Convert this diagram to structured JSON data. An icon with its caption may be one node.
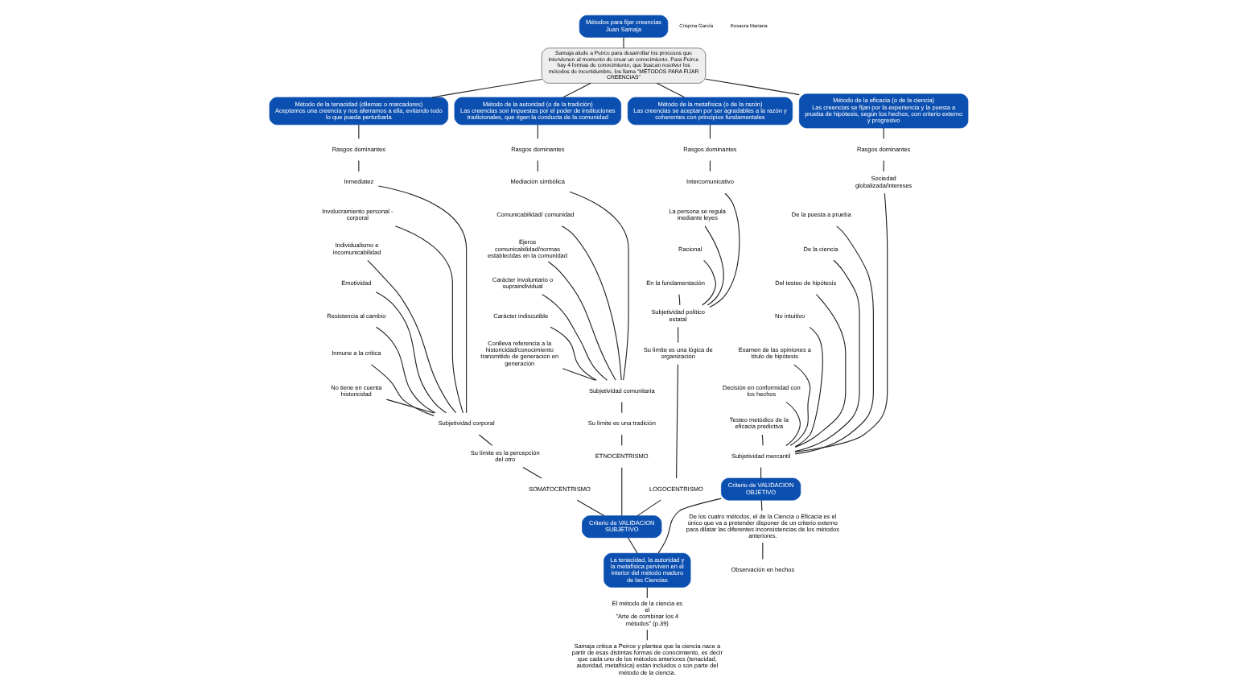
{
  "diagram": {
    "nodes": [
      {
        "text": [
          "Métodos para fijar creencias",
          "Juan Samaja"
        ]
      },
      {
        "text": [
          "Samaja alude a Peirce para desarrollar los procesos que intervienen al momento de crear un conocimiento. Para Peirce hay 4 formas de conocimiento, que buscan resolver los métodos de incertidumbre, los llama \"MÉTODOS PARA FIJAR CREENCIAS\""
        ]
      },
      {
        "text": [
          "Método de la tenacidad (dilemas o marcadores)",
          "Aceptamos una creencia y nos aferramos a ella, evitando todo lo que pueda perturbarla"
        ]
      },
      {
        "text": [
          "Método de la autoridad (o de la tradición)",
          "Las creencias son impuestas por el poder de instituciones tradicionales, que rigen la conducta de la comunidad"
        ]
      },
      {
        "text": [
          "Método de la metafísica (o de la razón)",
          "Las creencias se aceptan por ser agradables a la razón y coherentes con principios fundamentales"
        ]
      },
      {
        "text": [
          "Método de la eficacia (o de la ciencia)",
          "Las creencias se fijan por la experiencia y la puesta a prueba de hipótesis, según los hechos, con criterio externo y progresivo"
        ]
      },
      {
        "text": [
          "Rasgos dominantes"
        ]
      },
      {
        "text": [
          "Inmediatez"
        ]
      },
      {
        "text": [
          "Involucramiento personal - corporal"
        ]
      },
      {
        "text": [
          "Individualismo e incomunicabilidad"
        ]
      },
      {
        "text": [
          "Emotividad"
        ]
      },
      {
        "text": [
          "Resistencia al cambio"
        ]
      },
      {
        "text": [
          "Inmune a la crítica"
        ]
      },
      {
        "text": [
          "No tiene en cuenta historicidad"
        ]
      },
      {
        "text": [
          "Subjetividad corporal"
        ]
      },
      {
        "text": [
          "Su límite es la percepción del otro"
        ]
      },
      {
        "text": [
          "SOMATOCENTRISMO"
        ]
      },
      {
        "text": [
          "Rasgos dominantes"
        ]
      },
      {
        "text": [
          "Mediación simbólica"
        ]
      },
      {
        "text": [
          "Comunicabilidad/ comunidad"
        ]
      },
      {
        "text": [
          "Ejerce comunicabilidad/normas establecidas en la comunidad"
        ]
      },
      {
        "text": [
          "Carácter involuntario o supraindividual"
        ]
      },
      {
        "text": [
          "Carácter indiscutible"
        ]
      },
      {
        "text": [
          "Conlleva referencia a la historicidad/conocimiento transmitido de generación en generación"
        ]
      },
      {
        "text": [
          "Subjetividad comunitaria"
        ]
      },
      {
        "text": [
          "Su límite es una tradición"
        ]
      },
      {
        "text": [
          "ETNOCENTRISMO"
        ]
      },
      {
        "text": [
          "Rasgos dominantes"
        ]
      },
      {
        "text": [
          "Intercomunicativo"
        ]
      },
      {
        "text": [
          "La persona se regula mediante leyes"
        ]
      },
      {
        "text": [
          "Racional"
        ]
      },
      {
        "text": [
          "En la fundamentación"
        ]
      },
      {
        "text": [
          "Subjetividad político estatal"
        ]
      },
      {
        "text": [
          "Su límite es una lógica de organización"
        ]
      },
      {
        "text": [
          "LOGOCENTRISMO"
        ]
      },
      {
        "text": [
          "Rasgos dominantes"
        ]
      },
      {
        "text": [
          "Sociedad globalizada/intereses"
        ]
      },
      {
        "text": [
          "De la puesta a prueba"
        ]
      },
      {
        "text": [
          "De la ciencia"
        ]
      },
      {
        "text": [
          "Del testeo de hipótesis"
        ]
      },
      {
        "text": [
          "No intuitivo"
        ]
      },
      {
        "text": [
          "Examen de las opiniones a título de hipótesis"
        ]
      },
      {
        "text": [
          "Decisión en conformidad con los hechos"
        ]
      },
      {
        "text": [
          "Testeo metódico de la eficacia predictiva"
        ]
      },
      {
        "text": [
          "Subjetividad mercantil"
        ]
      },
      {
        "text": [
          "Criterio de VALIDACION SUBJETIVO"
        ]
      },
      {
        "text": [
          "Criterio de VALIDACION OBJETIVO"
        ]
      },
      {
        "text": [
          "De los cuatro métodos, el de la Ciencia o Eficacia es el único que va a pretender disponer de un criterio externo para dilatar las diferentes inconsistencias de los métodos anteriores."
        ]
      },
      {
        "text": [
          "Observación en hechos"
        ]
      },
      {
        "text": [
          "La tenacidad, la autoridad y la metafísica perviven en el interior del método maduro de las Ciencias"
        ]
      },
      {
        "text": [
          "El método de la ciencia es el",
          "\"Arte de combinar los 4 métodos\" (p.39)"
        ]
      },
      {
        "text": [
          "Samaja critica a Peirce y plantea que la ciencia nace a partir de esas distintas formas de conocimiento, es decir que cada uno de los métodos anteriores (tenacidad, autoridad, metafísica) están incluidos o son parte del método de la ciencia."
        ]
      }
    ],
    "edges": [
      {
        "from": 0,
        "to": 1,
        "arrow": "none"
      },
      {
        "from": 1,
        "to": 2,
        "arrow": "none"
      },
      {
        "from": 1,
        "to": 3,
        "arrow": "none"
      },
      {
        "from": 1,
        "to": 4,
        "arrow": "none"
      },
      {
        "from": 1,
        "to": 5,
        "arrow": "none"
      },
      {
        "from": 2,
        "to": 6,
        "arrow": "none"
      },
      {
        "from": 6,
        "to": 7,
        "arrow": "none"
      },
      {
        "from": 7,
        "to": 14,
        "arrow": "none"
      },
      {
        "from": 8,
        "to": 14,
        "arrow": "none"
      },
      {
        "from": 9,
        "to": 14,
        "arrow": "none"
      },
      {
        "from": 10,
        "to": 14,
        "arrow": "none"
      },
      {
        "from": 11,
        "to": 14,
        "arrow": "none"
      },
      {
        "from": 12,
        "to": 14,
        "arrow": "none"
      },
      {
        "from": 13,
        "to": 14,
        "arrow": "none"
      },
      {
        "from": 14,
        "to": 15,
        "arrow": "none"
      },
      {
        "from": 15,
        "to": 16,
        "arrow": "none"
      },
      {
        "from": 3,
        "to": 17,
        "arrow": "none"
      },
      {
        "from": 17,
        "to": 18,
        "arrow": "none"
      },
      {
        "from": 18,
        "to": 24,
        "arrow": "none"
      },
      {
        "from": 19,
        "to": 24,
        "arrow": "none"
      },
      {
        "from": 20,
        "to": 24,
        "arrow": "none"
      },
      {
        "from": 21,
        "to": 24,
        "arrow": "none"
      },
      {
        "from": 22,
        "to": 24,
        "arrow": "none"
      },
      {
        "from": 23,
        "to": 24,
        "arrow": "none"
      },
      {
        "from": 24,
        "to": 25,
        "arrow": "none"
      },
      {
        "from": 25,
        "to": 26,
        "arrow": "none"
      },
      {
        "from": 4,
        "to": 27,
        "arrow": "none"
      },
      {
        "from": 27,
        "to": 28,
        "arrow": "none"
      },
      {
        "from": 28,
        "to": 32,
        "arrow": "none"
      },
      {
        "from": 29,
        "to": 32,
        "arrow": "none"
      },
      {
        "from": 30,
        "to": 32,
        "arrow": "none"
      },
      {
        "from": 31,
        "to": 32,
        "arrow": "none"
      },
      {
        "from": 32,
        "to": 33,
        "arrow": "none"
      },
      {
        "from": 33,
        "to": 34,
        "arrow": "none"
      },
      {
        "from": 5,
        "to": 35,
        "arrow": "none"
      },
      {
        "from": 35,
        "to": 36,
        "arrow": "none"
      },
      {
        "from": 36,
        "to": 44,
        "arrow": "none"
      },
      {
        "from": 37,
        "to": 44,
        "arrow": "none"
      },
      {
        "from": 38,
        "to": 44,
        "arrow": "none"
      },
      {
        "from": 39,
        "to": 44,
        "arrow": "none"
      },
      {
        "from": 40,
        "to": 44,
        "arrow": "none"
      },
      {
        "from": 41,
        "to": 44,
        "arrow": "none"
      },
      {
        "from": 42,
        "to": 44,
        "arrow": "none"
      },
      {
        "from": 43,
        "to": 44,
        "arrow": "none"
      },
      {
        "from": 44,
        "to": 46,
        "arrow": "none"
      },
      {
        "from": 46,
        "to": 47,
        "arrow": "none"
      },
      {
        "from": 47,
        "to": 48,
        "arrow": "none"
      },
      {
        "from": 16,
        "to": 45,
        "arrow": "none"
      },
      {
        "from": 26,
        "to": 45,
        "arrow": "none"
      },
      {
        "from": 34,
        "to": 45,
        "arrow": "none"
      },
      {
        "from": 45,
        "to": 49,
        "arrow": "none"
      },
      {
        "from": 46,
        "to": 49,
        "arrow": "none"
      },
      {
        "from": 49,
        "to": 50,
        "arrow": "none"
      },
      {
        "from": 50,
        "to": 51,
        "arrow": "none"
      }
    ],
    "labels": [
      "Crispina García",
      "Rosaura Mariana"
    ]
  }
}
